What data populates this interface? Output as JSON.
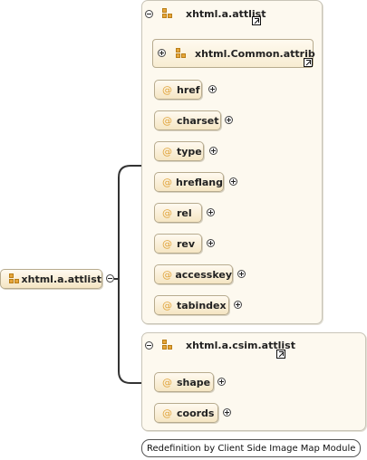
{
  "root": {
    "label": "xhtml.a.attlist"
  },
  "groups": [
    {
      "label": "xhtml.a.attlist"
    },
    {
      "label": "xhtml.a.csim.attlist"
    }
  ],
  "common": {
    "label": "xhtml.Common.attrib"
  },
  "attributes_a": [
    "href",
    "charset",
    "type",
    "hreflang",
    "rel",
    "rev",
    "accesskey",
    "tabindex"
  ],
  "attributes_csim": [
    "shape",
    "coords"
  ],
  "at_symbol": "@",
  "tooltip": {
    "text": "Redefinition by Client Side Image Map Module"
  },
  "colors": {
    "panel_bg": "#fdf9ef",
    "attr_bg": "#f5e6c3",
    "at_color": "#e0a43c",
    "connector": "#333333"
  }
}
